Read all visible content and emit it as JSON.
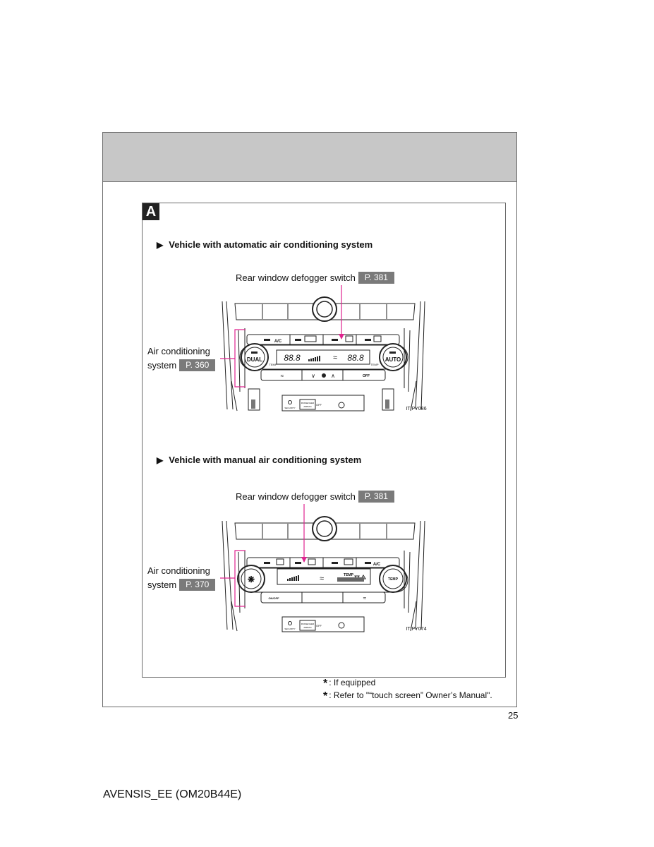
{
  "section_letter": "A",
  "auto_heading": "Vehicle with automatic air conditioning system",
  "manual_heading": "Vehicle with manual air conditioning system",
  "auto": {
    "defogger_label": "Rear window defogger switch",
    "defogger_ref": "P. 381",
    "ac_label_1": "Air conditioning",
    "ac_label_2": "system",
    "ac_ref": "P. 360",
    "figure_id": "ITIPY086",
    "panel": {
      "ac_btn": "A/C",
      "dual_knob": "DUAL",
      "auto_knob": "AUTO",
      "temp_left": "TEMP",
      "temp_right": "TEMP",
      "display_left": "88.8",
      "display_right": "88.8",
      "off_btn": "OFF",
      "security": "SECURITY",
      "airbag_1": "PASSENGER",
      "airbag_2": "AIRBAG",
      "airbag_off": "OFF"
    }
  },
  "manual": {
    "defogger_label": "Rear window defogger switch",
    "defogger_ref": "P. 381",
    "ac_label_1": "Air conditioning",
    "ac_label_2": "system",
    "ac_ref": "P. 370",
    "figure_id": "ITIPY074",
    "panel": {
      "ac_btn": "A/C",
      "temp_knob": "TEMP",
      "display_temp": "TEMP",
      "onoff_btn": "ON/OFF",
      "security": "SECURITY",
      "airbag_1": "PASSENGER",
      "airbag_2": "AIRBAG",
      "airbag_off": "OFF"
    }
  },
  "footnotes": [
    {
      "mark": "*",
      "text": ": If equipped"
    },
    {
      "mark": "*",
      "text": ": Refer to \"“touch screen” Owner’s Manual\"."
    }
  ],
  "page_number": "25",
  "document_id": "AVENSIS_EE (OM20B44E)",
  "colors": {
    "callout_line": "#e0238f",
    "reference_box": "#7a7a7a",
    "header_band": "#c7c7c7"
  }
}
